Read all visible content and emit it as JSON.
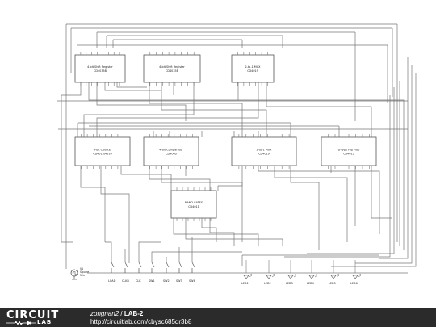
{
  "chips": [
    {
      "id": "sr1",
      "name": "4-bit Shift Register",
      "part": "CD4035B"
    },
    {
      "id": "sr2",
      "name": "4-bit Shift Register",
      "part": "CD4035B"
    },
    {
      "id": "mux1",
      "name": "2-to-1 MUX",
      "part": "CD4019"
    },
    {
      "id": "cnt",
      "name": "4-bit Counter",
      "part": "CD4510/4516"
    },
    {
      "id": "cmp",
      "name": "4-bit Comparator",
      "part": "CD4063"
    },
    {
      "id": "mux2",
      "name": "2-to-1 MUX",
      "part": "CD4019"
    },
    {
      "id": "dff",
      "name": "D-type Flip Flop",
      "part": "CD4013"
    },
    {
      "id": "nand",
      "name": "NAND GATES",
      "part": "CD4011"
    }
  ],
  "source": {
    "label": "V1",
    "sublabel": "Square",
    "value": "5Hz"
  },
  "switches": [
    "LOAD",
    "CLKR",
    "CLK",
    "SW1",
    "SW2",
    "SW3",
    "SW4"
  ],
  "leds": [
    "LED1",
    "LED2",
    "LED3",
    "LED4",
    "LED5",
    "LED6"
  ],
  "footer": {
    "logo_top": "CIRCUIT",
    "logo_bottom": "LAB",
    "user": "zongnan2",
    "separator": " / ",
    "project": "LAB-2",
    "url": "http://circuitlab.com/cbysc685dr3b8"
  },
  "colors": {
    "wire": "#777777",
    "chip_border": "#555555",
    "footer_bg": "#2b2b2b"
  }
}
